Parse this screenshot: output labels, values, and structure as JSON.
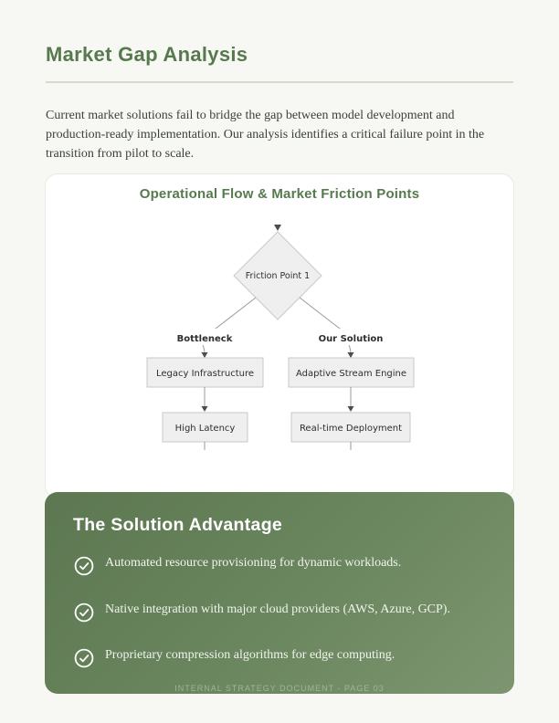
{
  "colors": {
    "page_bg": "#f7f8f3",
    "accent_green": "#567a4e",
    "divider": "#d2dcc9",
    "body_text": "#3a403a",
    "card_bg": "#ffffff",
    "card_border": "#e8ebe4",
    "node_fill": "#efefef",
    "node_border": "#c9c9c9",
    "edge_line": "#9a9a9a",
    "arrow_head": "#4d4d4d",
    "panel_green_dark": "#5c7751",
    "panel_green_light": "#7d9671",
    "panel_text": "#f2f3ee",
    "footer_text": "#a3b49b"
  },
  "page": {
    "title": "Market Gap Analysis",
    "intro": "Current market solutions fail to bridge the gap between model development and production-ready implementation. Our analysis identifies a critical failure point in the transition from pilot to scale.",
    "footer": "INTERNAL STRATEGY DOCUMENT - PAGE 03"
  },
  "diagram": {
    "title": "Operational Flow & Market Friction Points",
    "root_node": "Friction Point 1",
    "branches": [
      {
        "edge_label": "Bottleneck",
        "node1": "Legacy Infrastructure",
        "node2": "High Latency"
      },
      {
        "edge_label": "Our Solution",
        "node1": "Adaptive Stream Engine",
        "node2": "Real-time Deployment"
      }
    ]
  },
  "solution_panel": {
    "title": "The Solution Advantage",
    "bullet_icon": "check-circle-icon",
    "bullets": [
      "Automated resource provisioning for dynamic workloads.",
      "Native integration with major cloud providers (AWS, Azure, GCP).",
      "Proprietary compression algorithms for edge computing."
    ]
  }
}
